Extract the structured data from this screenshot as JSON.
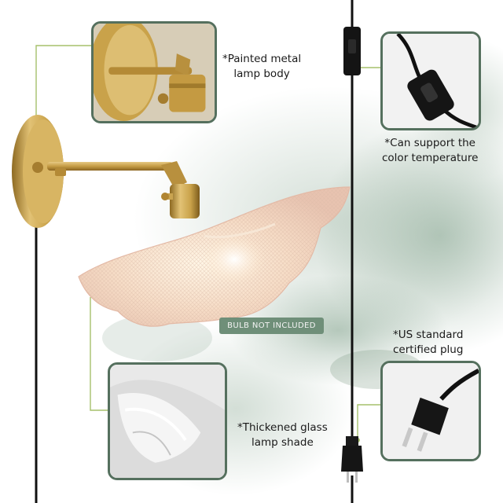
{
  "callouts": {
    "body": "*Painted metal\nlamp body",
    "temperature": "*Can support the\ncolor temperature",
    "plug": "*US standard\ncertified plug",
    "shade": "*Thickened glass\nlamp shade"
  },
  "badge": "BULB NOT INCLUDED",
  "colors": {
    "frame": "#55705e",
    "leader": "#a6c06c",
    "brass": "#c9a24a",
    "cord": "#111111",
    "badge": "#6f8f79",
    "wash": "#7fa08a"
  },
  "icons": [
    "lamp-body-closeup",
    "switch-closeup",
    "plug-closeup",
    "glass-shade-closeup"
  ]
}
